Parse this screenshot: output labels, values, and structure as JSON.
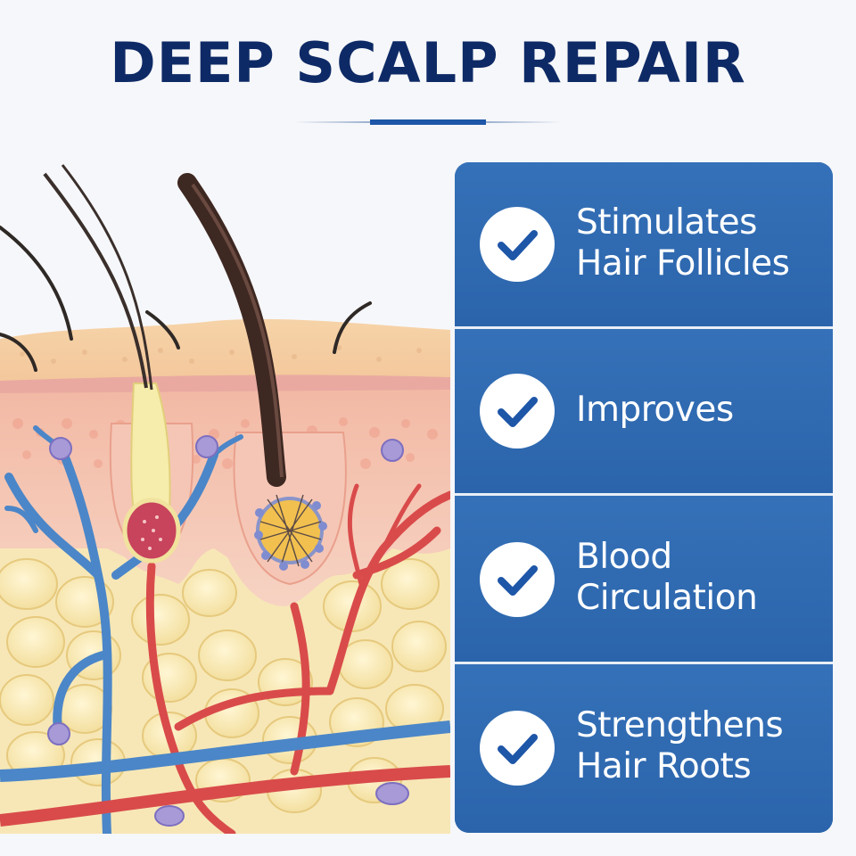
{
  "title": "DEEP SCALP REPAIR",
  "colors": {
    "title": "#0e2a66",
    "accent": "#1e56a8",
    "panel": "#2e68b0",
    "check": "#1e56a8"
  },
  "illustration": {
    "subject": "cross-section of scalp skin with hair follicles, blood vessels and fat cells"
  },
  "benefits": [
    {
      "icon": "checkmark-circle-icon",
      "lines": [
        "Stimulates",
        "Hair Follicles"
      ]
    },
    {
      "icon": "checkmark-circle-icon",
      "lines": [
        "Improves"
      ]
    },
    {
      "icon": "checkmark-circle-icon",
      "lines": [
        "Blood",
        "Circulation"
      ]
    },
    {
      "icon": "checkmark-circle-icon",
      "lines": [
        "Strengthens",
        "Hair Roots"
      ]
    }
  ]
}
